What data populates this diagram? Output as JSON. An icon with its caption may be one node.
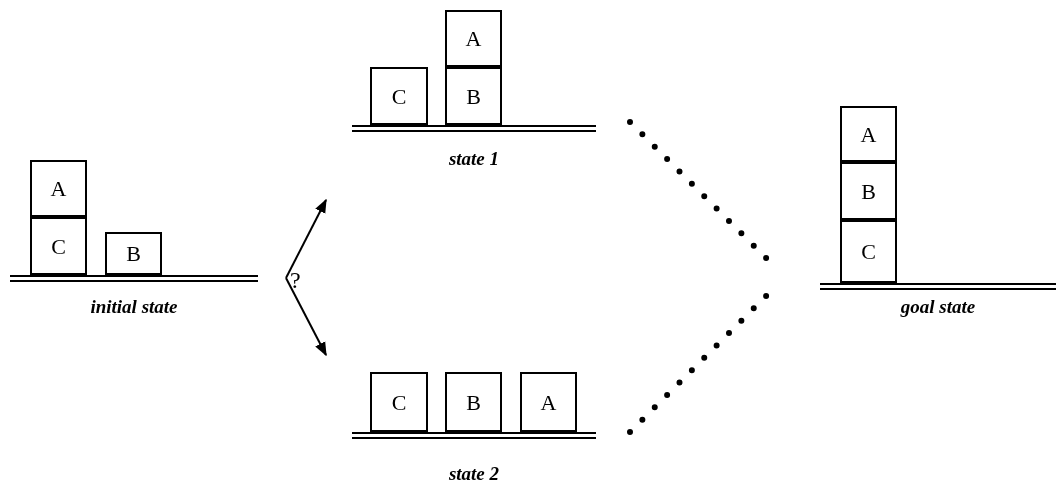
{
  "diagram": {
    "nodes": [
      {
        "text": [
          "initial state"
        ]
      },
      {
        "text": [
          "A"
        ],
        "in": 0
      },
      {
        "text": [
          "C"
        ],
        "in": 0
      },
      {
        "text": [
          "B"
        ],
        "in": 0
      },
      {
        "text": [
          "state 1"
        ]
      },
      {
        "text": [
          "C"
        ],
        "in": 4
      },
      {
        "text": [
          "A"
        ],
        "in": 4
      },
      {
        "text": [
          "B"
        ],
        "in": 4
      },
      {
        "text": [
          "state 2"
        ]
      },
      {
        "text": [
          "C"
        ],
        "in": 8
      },
      {
        "text": [
          "B"
        ],
        "in": 8
      },
      {
        "text": [
          "A"
        ],
        "in": 8
      },
      {
        "text": [
          "goal state"
        ]
      },
      {
        "text": [
          "A"
        ],
        "in": 12
      },
      {
        "text": [
          "B"
        ],
        "in": 12
      },
      {
        "text": [
          "C"
        ],
        "in": 12
      }
    ],
    "edges": [
      {
        "from": 0,
        "to": 4,
        "arrow": "to"
      },
      {
        "from": 0,
        "to": 8,
        "arrow": "to"
      },
      {
        "from": 4,
        "to": 12,
        "arrow": "none",
        "style": "dashed"
      },
      {
        "from": 8,
        "to": 12,
        "arrow": "none",
        "style": "dashed"
      }
    ],
    "labels": [
      "?"
    ]
  }
}
